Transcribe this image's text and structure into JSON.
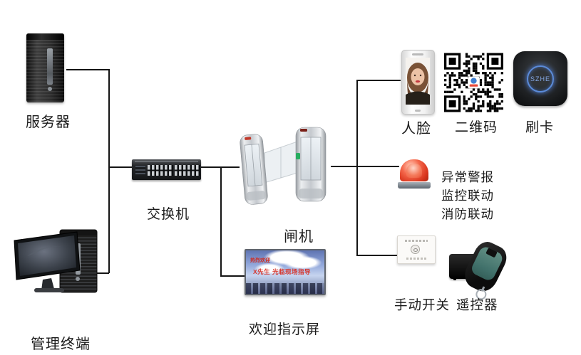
{
  "nodes": {
    "server": {
      "label": "服务器"
    },
    "terminal": {
      "label": "管理终端"
    },
    "switch": {
      "label": "交换机"
    },
    "gate": {
      "label": "闸机"
    },
    "welcome_screen": {
      "label": "欢迎指示屏",
      "line1": "热烈欢迎",
      "line2": "X先生 光临现场指导"
    },
    "face": {
      "label": "人脸"
    },
    "qrcode": {
      "label": "二维码"
    },
    "card": {
      "label": "刷卡",
      "device_text": "SZHE"
    },
    "alarm": {
      "line1": "异常警报",
      "line2": "监控联动",
      "line3": "消防联动"
    },
    "manual_switch": {
      "label": "手动开关"
    },
    "remote": {
      "label": "遥控器"
    }
  },
  "colors": {
    "connector_line": "#141414",
    "alarm_red": "#d8341c",
    "card_ring_blue": "#5b8bd9",
    "remote_teal": "#4e7d72",
    "screen_text_red": "#d9352a",
    "label_text": "#1c1c1c"
  }
}
